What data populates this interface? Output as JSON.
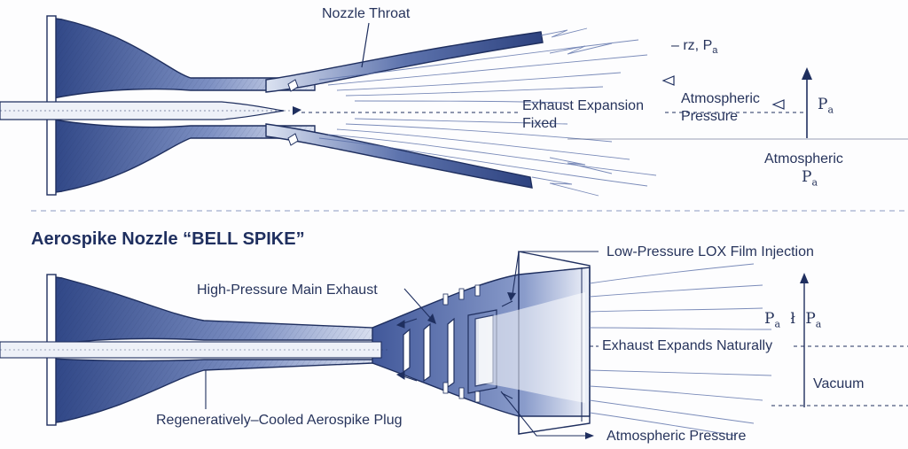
{
  "top": {
    "nozzle_throat": "Nozzle Throat",
    "rz_pa": "– rz, P",
    "rz_pa_sub": "a",
    "atmospheric_pressure": "Atmospheric\nPressure",
    "exhaust_expansion": "Exhaust Expansion",
    "fixed": "Fixed",
    "pa_label": "P",
    "pa_label_sub": "a",
    "atmospheric": "Atmospheric",
    "atm_pa": "P",
    "atm_pa_sub": "a"
  },
  "bottom": {
    "title": "Aerospike Nozzle “BELL SPIKE”",
    "lox_injection": "Low-Pressure LOX Film Injection",
    "main_exhaust": "High-Pressure Main Exhaust",
    "pa_pair_left": "P",
    "pa_pair_left_sub": "a",
    "pa_pair_sep": "ł",
    "pa_pair_right": "P",
    "pa_pair_right_sub": "a",
    "exhaust_expands": "Exhaust Expands Naturally",
    "vacuum": "Vacuum",
    "plug": "Regeneratively–Cooled Aerospike Plug",
    "atmospheric_pressure": "Atmospheric Pressure"
  },
  "colors": {
    "ink": "#1f2f5f",
    "shade": "#3b4f8c",
    "light": "#c9d3ea"
  }
}
